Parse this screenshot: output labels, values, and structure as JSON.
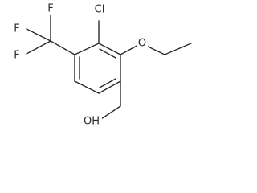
{
  "molecule": {
    "atoms": {
      "chlorine": "Cl",
      "ether_oxygen": "O",
      "hydroxyl": "OH",
      "fluorine_1": "F",
      "fluorine_2": "F",
      "fluorine_3": "F"
    },
    "colors": {
      "bond": "#2b2b2b",
      "label": "#2b2b2b",
      "background": "#ffffff"
    }
  }
}
